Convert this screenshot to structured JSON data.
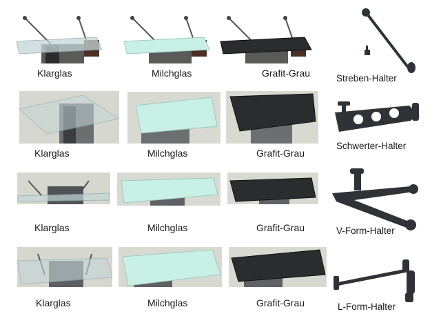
{
  "rows": [
    {
      "variants": [
        "Klarglas",
        "Milchglas",
        "Grafit-Grau"
      ],
      "holder": "Streben-Halter"
    },
    {
      "variants": [
        "Klarglas",
        "Milchglas",
        "Grafit-Grau"
      ],
      "holder": "Schwerter-Halter"
    },
    {
      "variants": [
        "Klarglas",
        "Milchglas",
        "Grafit-Grau"
      ],
      "holder": "V-Form-Halter"
    },
    {
      "variants": [
        "Klarglas",
        "Milchglas",
        "Grafit-Grau"
      ],
      "holder": "L-Form-Halter"
    }
  ],
  "colors": {
    "clear_glass": "#b9cdd0",
    "milk_glass": "#c9f0e6",
    "graphite_glass": "#2a2c2e",
    "wall": "#d8d8d2",
    "metal": "#303438"
  }
}
